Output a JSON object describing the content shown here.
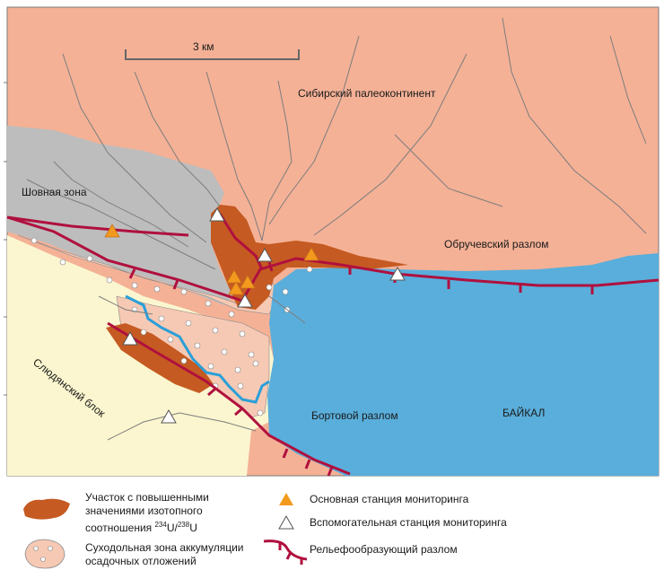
{
  "scale_bar": {
    "label": "3 км"
  },
  "labels": {
    "siberian": "Сибирский палеоконтинент",
    "suture": "Шовная зона",
    "obruchev": "Обручевский разлом",
    "slyudyansky": "Слюдянский блок",
    "bortovoy": "Бортовой разлом",
    "baikal": "БАЙКАЛ"
  },
  "legend": {
    "elevated_line1": "Участок с повышенными",
    "elevated_line2": "значениями изотопного",
    "elevated_line3_pre": "соотношения ",
    "elevated_sup1": "234",
    "elevated_mid": "U/",
    "elevated_sup2": "238",
    "elevated_post": "U",
    "dry_line1": "Суходольная зона аккумуляции",
    "dry_line2": "осадочных отложений",
    "main_station": "Основная станция мониторинга",
    "aux_station": "Вспомогательная станция мониторинга",
    "fault": "Рельефообразующий разлом"
  },
  "colors": {
    "siberian": "#f4b196",
    "suture": "#bdbdbd",
    "slyudyansky": "#fbf6cf",
    "dry_zone": "#f6c9b4",
    "elevated": "#c55a22",
    "lake": "#5aaedb",
    "fault": "#b0103e",
    "river": "#2a9fd8",
    "main_station": "#f39a1e"
  }
}
